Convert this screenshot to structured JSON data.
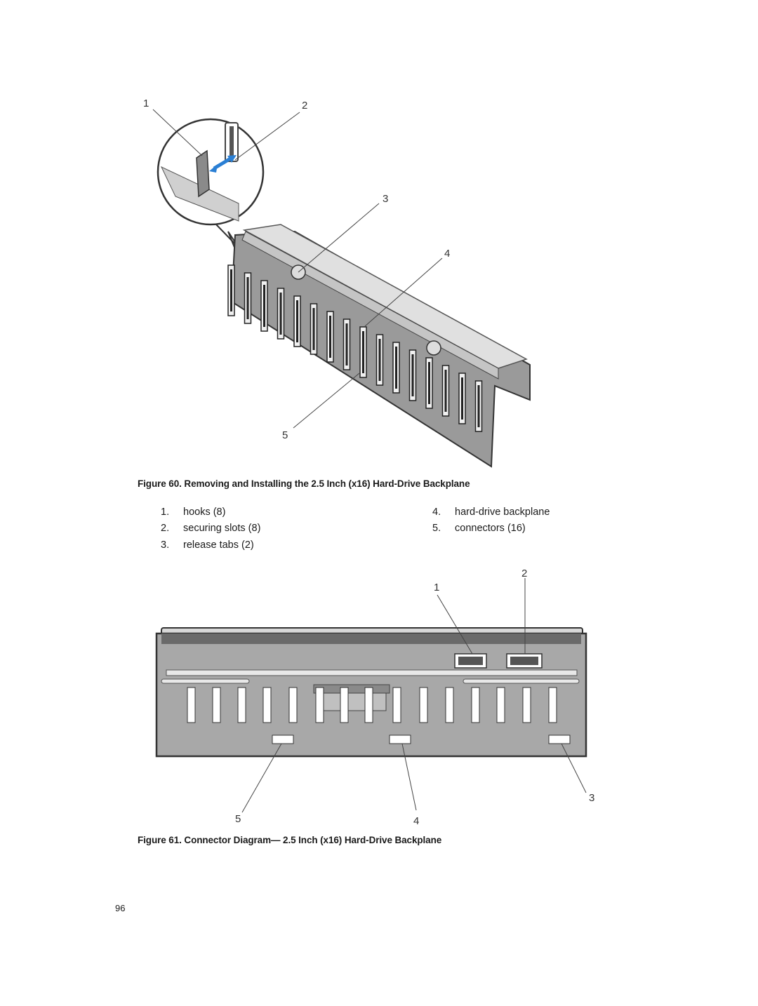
{
  "figure60": {
    "caption": "Figure 60. Removing and Installing the 2.5 Inch (x16) Hard-Drive Backplane",
    "callouts": [
      "1",
      "2",
      "3",
      "4",
      "5"
    ],
    "legend": [
      {
        "num": "1.",
        "text": "hooks (8)"
      },
      {
        "num": "2.",
        "text": "securing slots (8)"
      },
      {
        "num": "3.",
        "text": "release tabs (2)"
      },
      {
        "num": "4.",
        "text": "hard-drive backplane"
      },
      {
        "num": "5.",
        "text": "connectors (16)"
      }
    ]
  },
  "figure61": {
    "caption": "Figure 61. Connector Diagram— 2.5 Inch (x16) Hard-Drive Backplane",
    "callouts": [
      "1",
      "2",
      "3",
      "4",
      "5"
    ]
  },
  "page_number": "96",
  "colors": {
    "arrow": "#2a7fd4",
    "board": "#a8a8a8",
    "outline": "#333333"
  }
}
